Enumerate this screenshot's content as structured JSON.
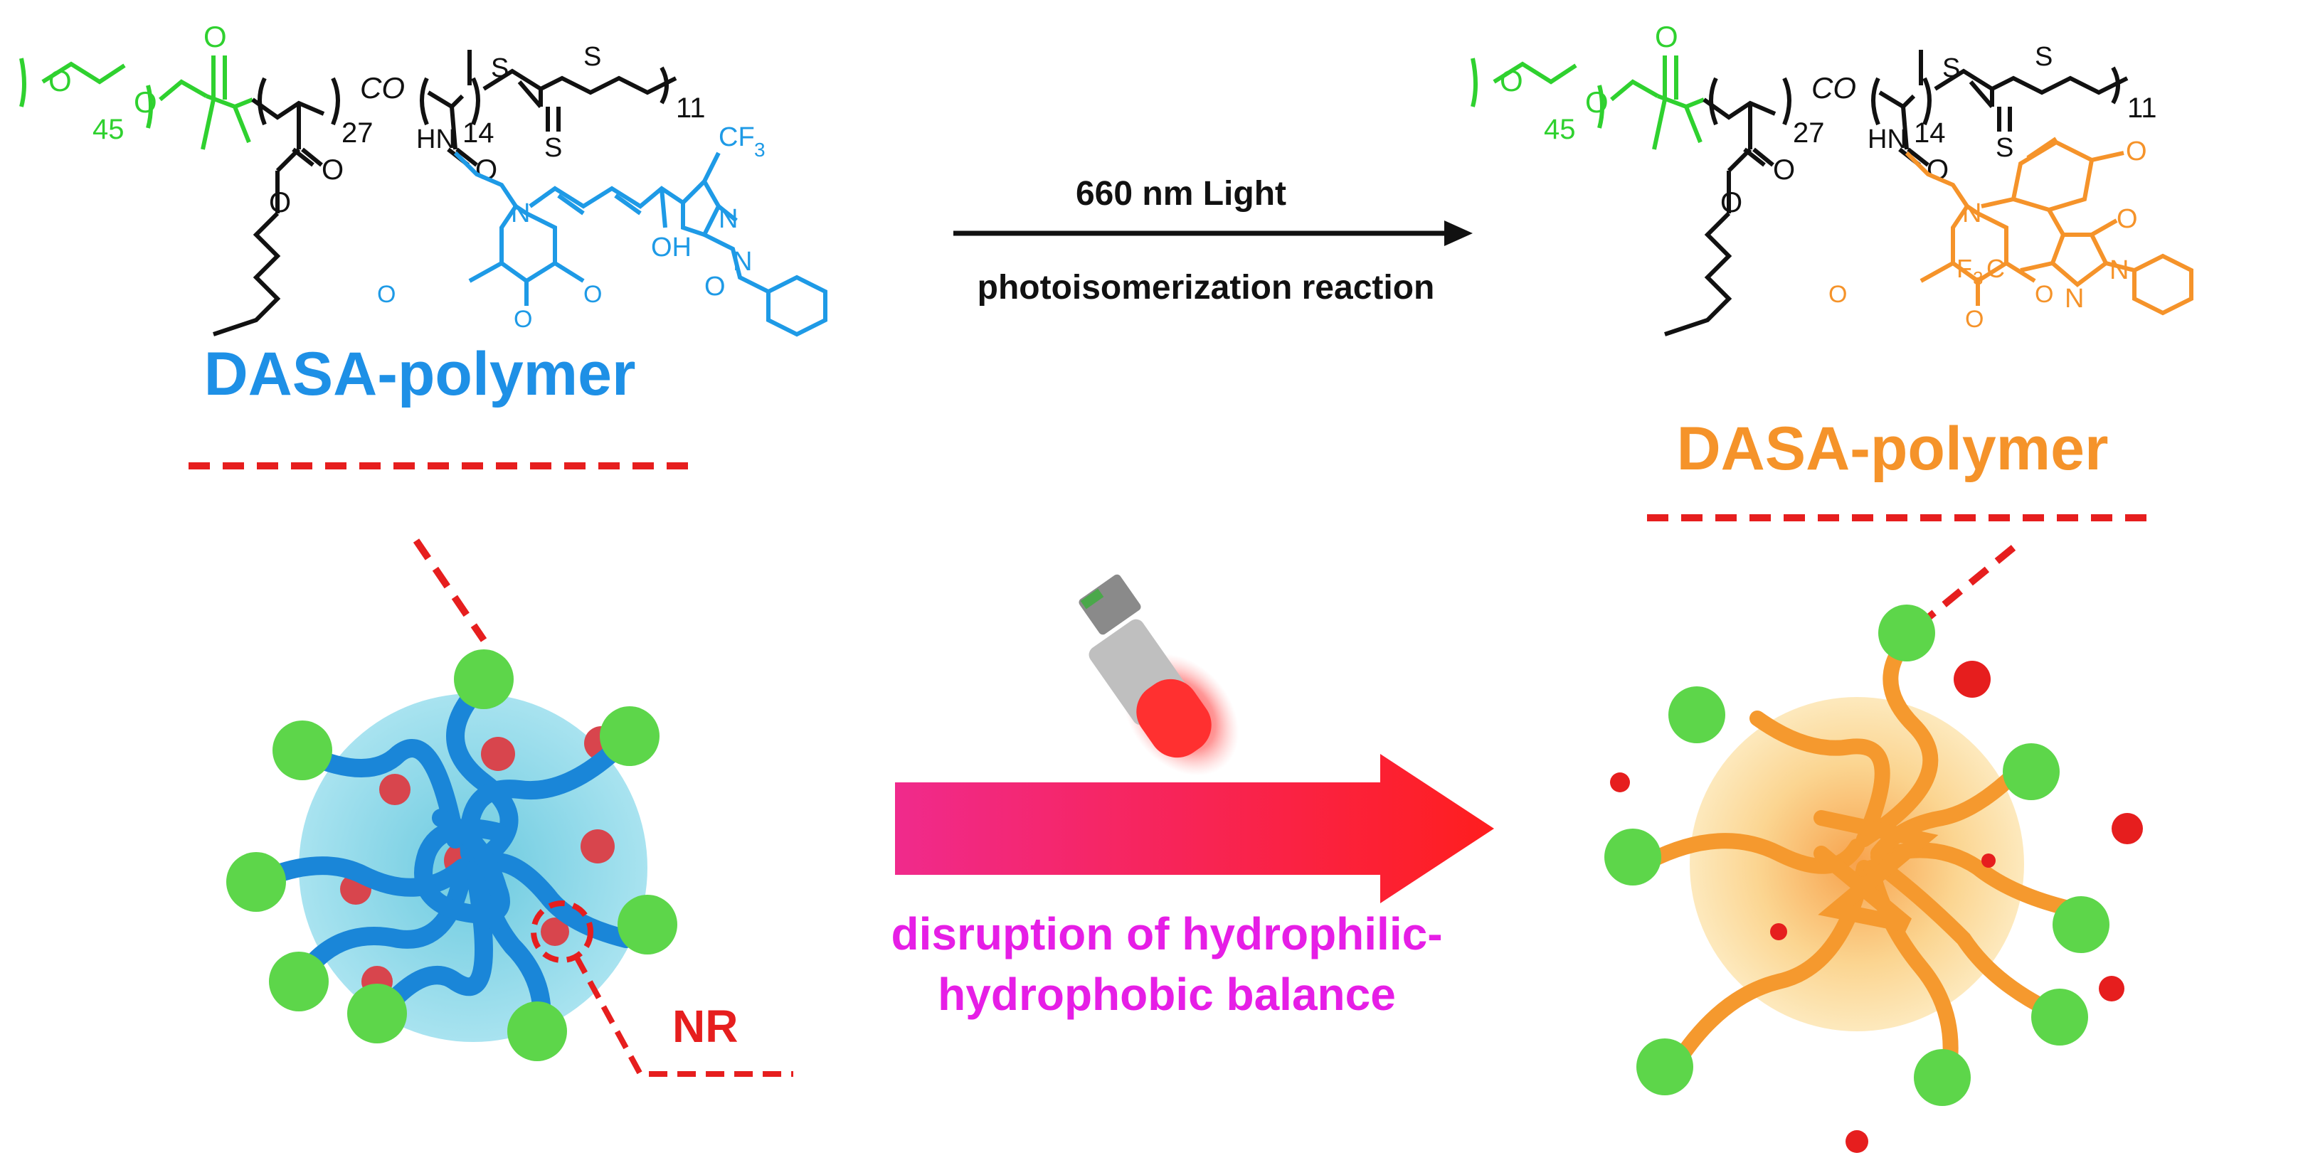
{
  "colors": {
    "peg": "#2fd12f",
    "backbone": "#111111",
    "dasa_open": "#1e9ae6",
    "dasa_closed": "#f5932a",
    "red": "#e61e1e",
    "magenta": "#e61ee6",
    "micelle_blue": "#7fd3e6",
    "micelle_yellow": "#fbd98c",
    "bead_green": "#5dd64a"
  },
  "left": {
    "title": "DASA-polymer",
    "structure": {
      "sub_45": "45",
      "sub_27": "27",
      "sub_14": "14",
      "sub_11": "11",
      "co": "CO",
      "cf3": "CF",
      "cf3_sub": "3",
      "oh": "OH",
      "hn": "HN",
      "n": "N",
      "s1": "S",
      "s2": "S",
      "s3": "S",
      "o_peg": "O",
      "o_ester": "O",
      "o_chain": "O",
      "o_ket": "O",
      "n_ring1": "N",
      "n_ring2": "N"
    }
  },
  "right": {
    "title": "DASA-polymer",
    "structure": {
      "sub_45": "45",
      "sub_27": "27",
      "sub_14": "14",
      "sub_11": "11",
      "co": "CO",
      "f3c": "F",
      "f3c_sub": "3",
      "f3c_c": "C",
      "hn": "HN",
      "n": "N",
      "s1": "S",
      "s2": "S",
      "s3": "S",
      "o_peg": "O",
      "o_ester": "O",
      "o_chain": "O",
      "o_ket": "O",
      "n_ring1": "N",
      "n_ring2": "N"
    }
  },
  "reaction": {
    "top_label": "660 nm Light",
    "bottom_label": "photoisomerization reaction"
  },
  "bottom": {
    "nr_label": "NR",
    "disruption_line1": "disruption of hydrophilic-",
    "disruption_line2": "hydrophobic balance"
  },
  "icons": {
    "light_source": "flashlight-icon"
  }
}
